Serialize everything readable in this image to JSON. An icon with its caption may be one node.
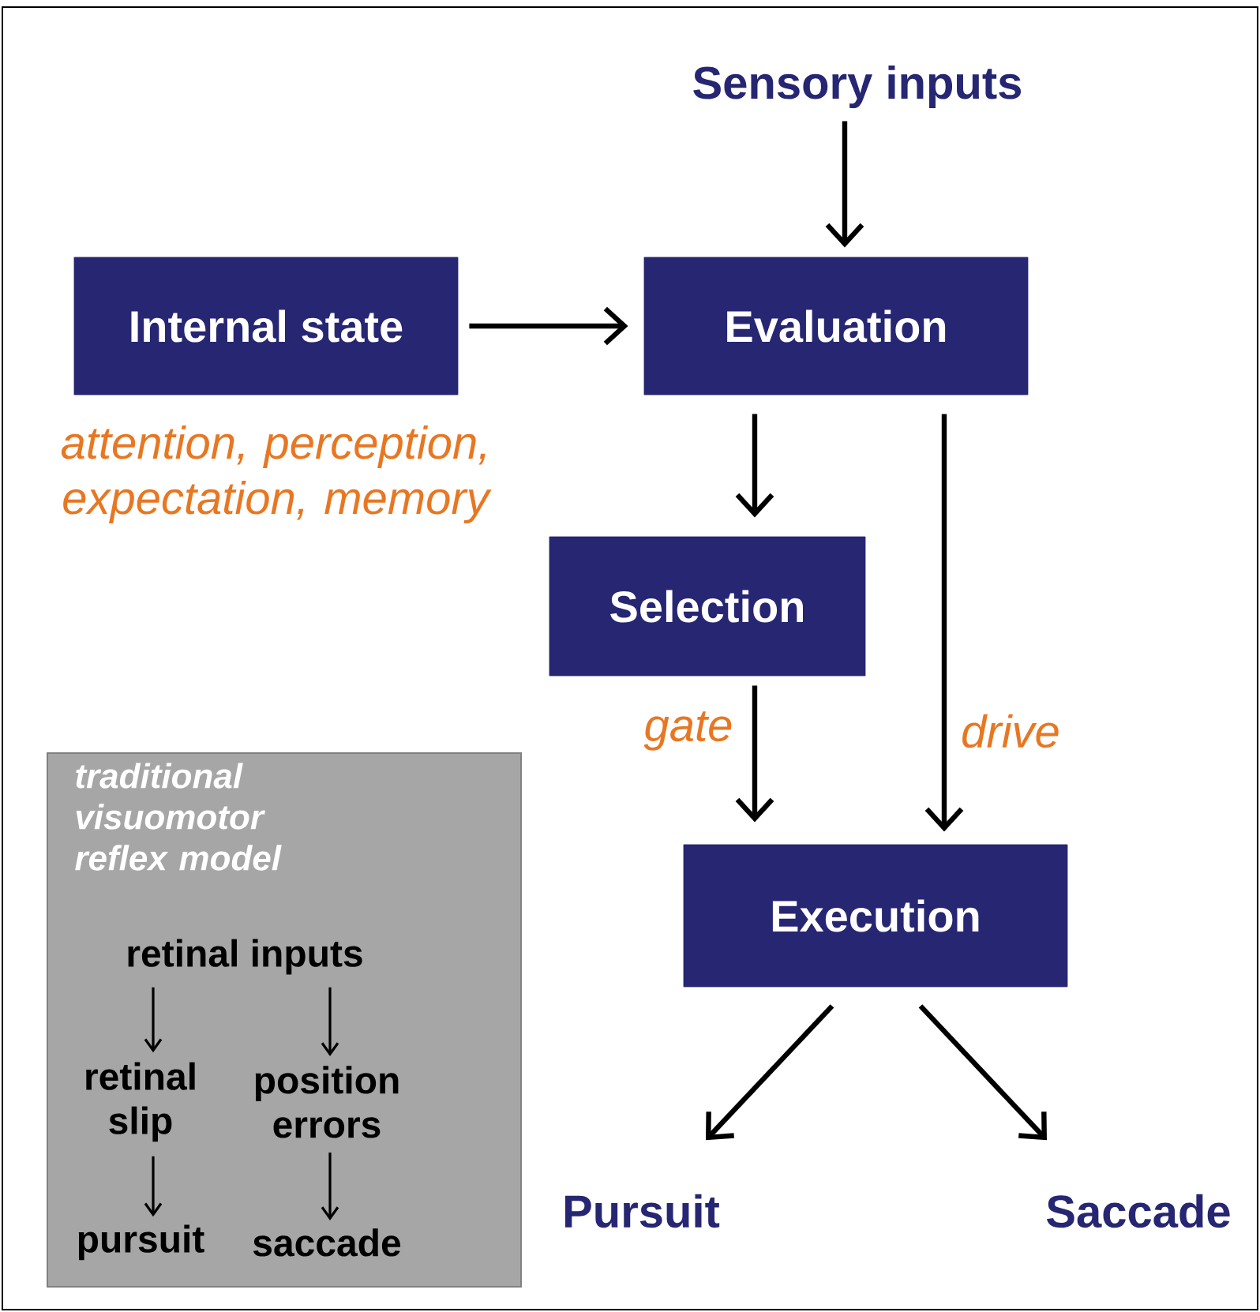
{
  "diagram": {
    "nodes": [
      {
        "text": [
          "Sensory inputs"
        ]
      },
      {
        "text": [
          "Internal state"
        ],
        "beside": [
          "attention, perception, expectation, memory"
        ]
      },
      {
        "text": [
          "Evaluation"
        ]
      },
      {
        "text": [
          "Selection"
        ]
      },
      {
        "text": [
          "Execution"
        ]
      },
      {
        "text": [
          "Pursuit"
        ]
      },
      {
        "text": [
          "Saccade"
        ]
      },
      {
        "text": [
          "traditional visuomotor reflex model"
        ]
      },
      {
        "text": [
          "retinal inputs"
        ],
        "in": 7
      },
      {
        "text": [
          "retinal slip"
        ],
        "in": 7
      },
      {
        "text": [
          "position errors"
        ],
        "in": 7
      },
      {
        "text": [
          "pursuit"
        ],
        "in": 7
      },
      {
        "text": [
          "saccade"
        ],
        "in": 7
      }
    ],
    "edges": [
      {
        "from": 0,
        "to": 2,
        "arrow": "to"
      },
      {
        "from": 1,
        "to": 2,
        "arrow": "to"
      },
      {
        "from": 2,
        "to": 3,
        "arrow": "to"
      },
      {
        "from": 3,
        "to": 4,
        "arrow": "to",
        "label": "gate"
      },
      {
        "from": 2,
        "to": 4,
        "arrow": "to",
        "label": "drive"
      },
      {
        "from": 4,
        "to": 5,
        "arrow": "to"
      },
      {
        "from": 4,
        "to": 6,
        "arrow": "to"
      },
      {
        "from": 8,
        "to": 9,
        "arrow": "to"
      },
      {
        "from": 8,
        "to": 10,
        "arrow": "to"
      },
      {
        "from": 9,
        "to": 11,
        "arrow": "to"
      },
      {
        "from": 10,
        "to": 12,
        "arrow": "to"
      }
    ]
  }
}
